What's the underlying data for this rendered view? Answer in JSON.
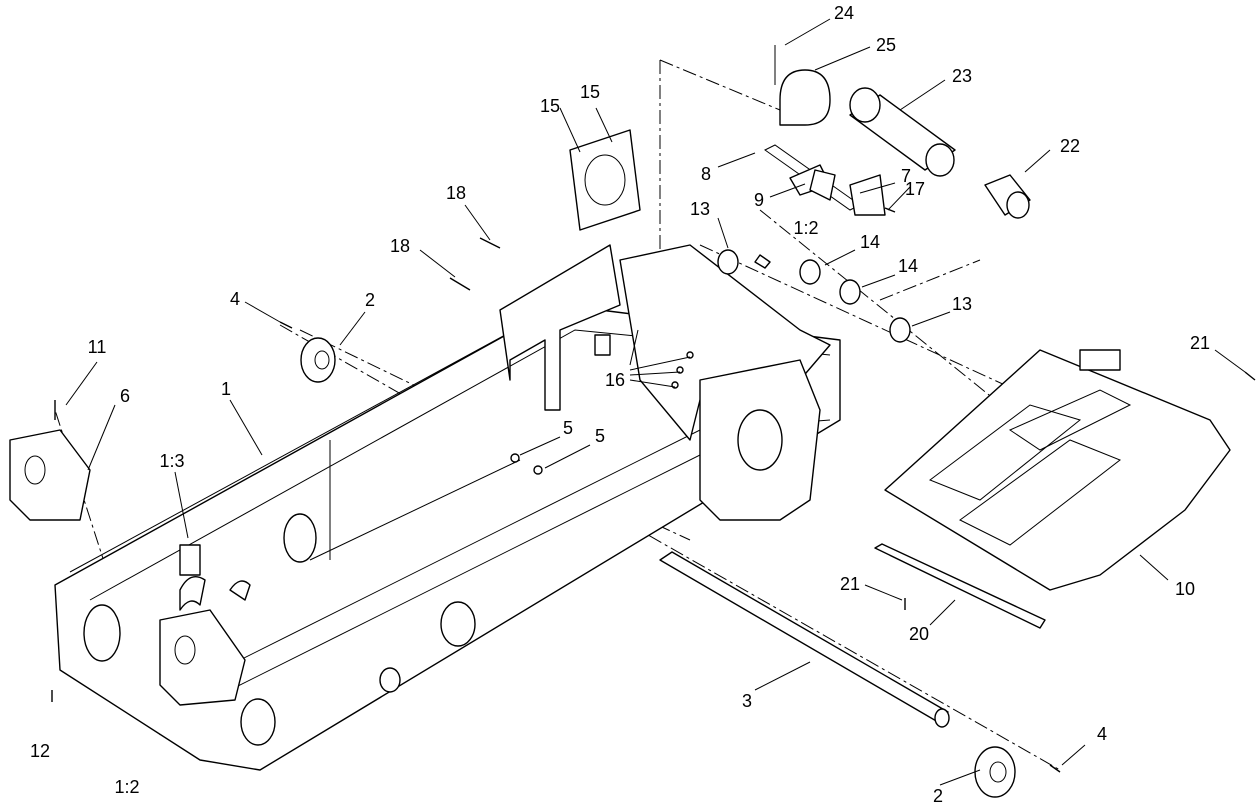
{
  "callouts": {
    "c1": "1",
    "c2a": "2",
    "c2b": "2",
    "c3": "3",
    "c4a": "4",
    "c4b": "4",
    "c5a": "5",
    "c5b": "5",
    "c6": "6",
    "c7": "7",
    "c8": "8",
    "c9": "9",
    "c10": "10",
    "c11": "11",
    "c12": "12",
    "c13a": "13",
    "c13b": "13",
    "c14a": "14",
    "c14b": "14",
    "c15a": "15",
    "c15b": "15",
    "c16": "16",
    "c17": "17",
    "c18a": "18",
    "c18b": "18",
    "c20": "20",
    "c21a": "21",
    "c21b": "21",
    "c22": "22",
    "c23": "23",
    "c24": "24",
    "c25": "25",
    "c12a": "1:2",
    "c12b": "1:2",
    "c13d": "1:3"
  }
}
